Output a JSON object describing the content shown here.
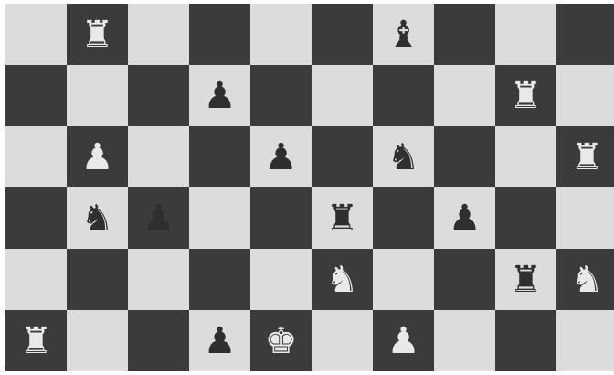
{
  "board": {
    "rows": 6,
    "cols": 10,
    "colors": {
      "light": "#dcdcdc",
      "dark": "#3b3b3b",
      "white_piece": "#e9e9e9",
      "black_piece": "#2f2f2f"
    },
    "pieces": [
      {
        "row": 0,
        "col": 1,
        "type": "rook",
        "color": "white",
        "glyph": "♜"
      },
      {
        "row": 0,
        "col": 6,
        "type": "bishop",
        "color": "black",
        "glyph": "♝"
      },
      {
        "row": 1,
        "col": 3,
        "type": "pawn",
        "color": "black",
        "glyph": "♟"
      },
      {
        "row": 1,
        "col": 8,
        "type": "rook",
        "color": "white",
        "glyph": "♜"
      },
      {
        "row": 2,
        "col": 1,
        "type": "pawn",
        "color": "white",
        "glyph": "♟"
      },
      {
        "row": 2,
        "col": 4,
        "type": "pawn",
        "color": "black",
        "glyph": "♟"
      },
      {
        "row": 2,
        "col": 6,
        "type": "knight",
        "color": "black",
        "glyph": "♞"
      },
      {
        "row": 2,
        "col": 9,
        "type": "rook",
        "color": "white",
        "glyph": "♜"
      },
      {
        "row": 3,
        "col": 1,
        "type": "knight",
        "color": "black",
        "glyph": "♞"
      },
      {
        "row": 3,
        "col": 2,
        "type": "pawn",
        "color": "black",
        "glyph": "♟"
      },
      {
        "row": 3,
        "col": 5,
        "type": "rook",
        "color": "black",
        "glyph": "♜"
      },
      {
        "row": 3,
        "col": 7,
        "type": "pawn",
        "color": "black",
        "glyph": "♟"
      },
      {
        "row": 4,
        "col": 5,
        "type": "knight",
        "color": "white",
        "glyph": "♞"
      },
      {
        "row": 4,
        "col": 8,
        "type": "rook",
        "color": "black",
        "glyph": "♜"
      },
      {
        "row": 4,
        "col": 9,
        "type": "knight",
        "color": "white",
        "glyph": "♞"
      },
      {
        "row": 5,
        "col": 0,
        "type": "rook",
        "color": "white",
        "glyph": "♜"
      },
      {
        "row": 5,
        "col": 3,
        "type": "pawn",
        "color": "black",
        "glyph": "♟"
      },
      {
        "row": 5,
        "col": 4,
        "type": "king",
        "color": "white",
        "glyph": "♚"
      },
      {
        "row": 5,
        "col": 6,
        "type": "pawn",
        "color": "white",
        "glyph": "♟"
      }
    ]
  }
}
